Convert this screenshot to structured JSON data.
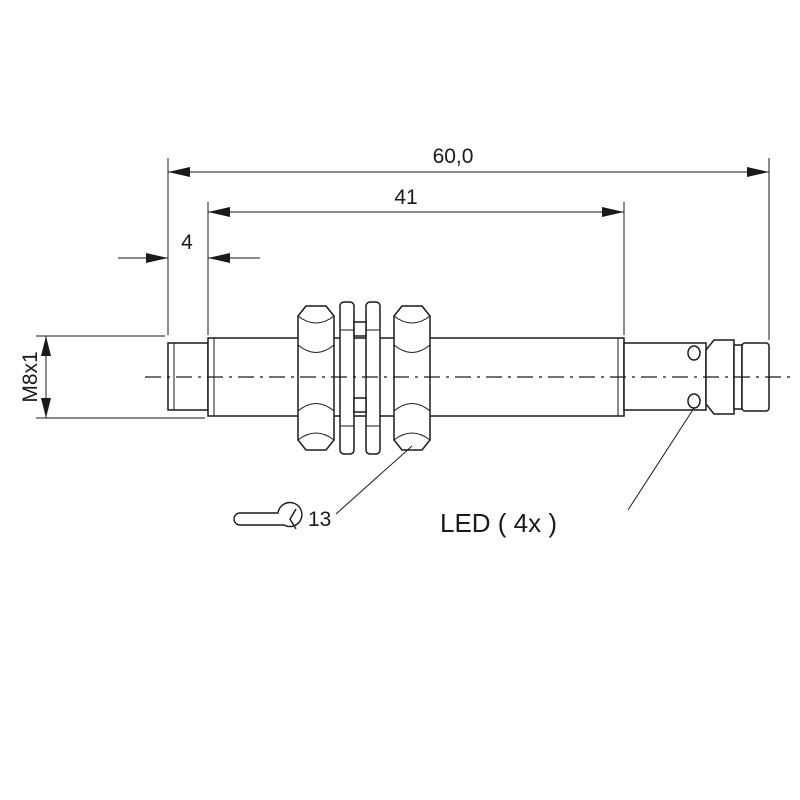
{
  "dimensions": {
    "overall_length": "60,0",
    "thread_length": "41",
    "tip_length": "4",
    "thread_size": "M8x1"
  },
  "wrench": {
    "size": "13"
  },
  "led": {
    "label": "LED ( 4x )"
  }
}
